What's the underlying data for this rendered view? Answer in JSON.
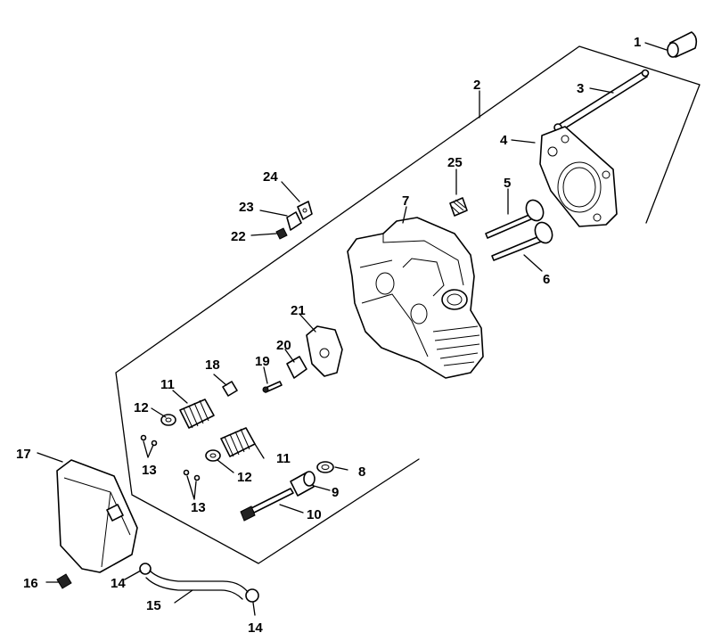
{
  "callouts": [
    {
      "id": "c1",
      "text": "1"
    },
    {
      "id": "c2",
      "text": "2"
    },
    {
      "id": "c3",
      "text": "3"
    },
    {
      "id": "c4",
      "text": "4"
    },
    {
      "id": "c5",
      "text": "5"
    },
    {
      "id": "c6",
      "text": "6"
    },
    {
      "id": "c7",
      "text": "7"
    },
    {
      "id": "c8",
      "text": "8"
    },
    {
      "id": "c9",
      "text": "9"
    },
    {
      "id": "c10",
      "text": "10"
    },
    {
      "id": "c11a",
      "text": "11"
    },
    {
      "id": "c11b",
      "text": "11"
    },
    {
      "id": "c12a",
      "text": "12"
    },
    {
      "id": "c12b",
      "text": "12"
    },
    {
      "id": "c13a",
      "text": "13"
    },
    {
      "id": "c13b",
      "text": "13"
    },
    {
      "id": "c14a",
      "text": "14"
    },
    {
      "id": "c14b",
      "text": "14"
    },
    {
      "id": "c15",
      "text": "15"
    },
    {
      "id": "c16",
      "text": "16"
    },
    {
      "id": "c17",
      "text": "17"
    },
    {
      "id": "c18",
      "text": "18"
    },
    {
      "id": "c19",
      "text": "19"
    },
    {
      "id": "c20",
      "text": "20"
    },
    {
      "id": "c21",
      "text": "21"
    },
    {
      "id": "c22",
      "text": "22"
    },
    {
      "id": "c23",
      "text": "23"
    },
    {
      "id": "c24",
      "text": "24"
    },
    {
      "id": "c25",
      "text": "25"
    }
  ]
}
